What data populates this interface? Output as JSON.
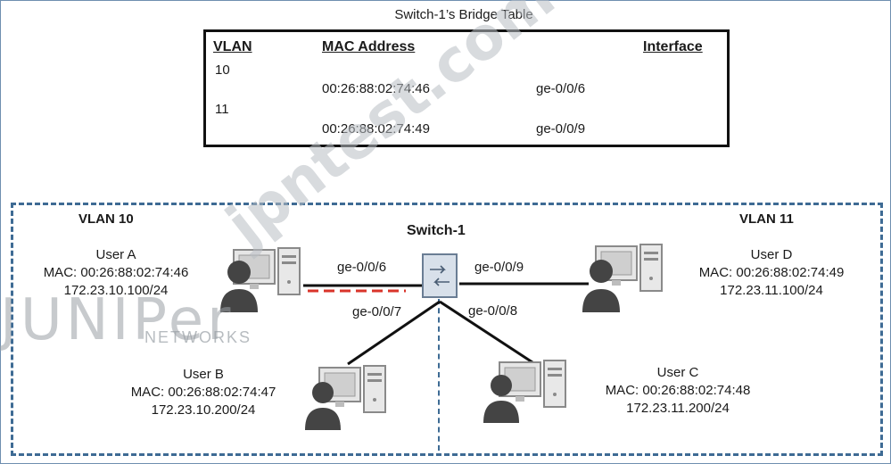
{
  "bridge_table": {
    "title": "Switch-1’s Bridge Table",
    "headers": {
      "vlan": "VLAN",
      "mac": "MAC Address",
      "interface": "Interface"
    },
    "rows": [
      {
        "vlan": "10",
        "mac": "00:26:88:02:74:46",
        "interface": "ge-0/0/6"
      },
      {
        "vlan": "11",
        "mac": "00:26:88:02:74:49",
        "interface": "ge-0/0/9"
      }
    ]
  },
  "vlans": {
    "left": "VLAN 10",
    "right": "VLAN 11"
  },
  "switch": {
    "label": "Switch-1"
  },
  "ports": {
    "a": "ge-0/0/6",
    "b": "ge-0/0/7",
    "c": "ge-0/0/8",
    "d": "ge-0/0/9"
  },
  "users": {
    "a": {
      "name": "User A",
      "mac": "MAC: 00:26:88:02:74:46",
      "ip": "172.23.10.100/24"
    },
    "b": {
      "name": "User B",
      "mac": "MAC: 00:26:88:02:74:47",
      "ip": "172.23.10.200/24"
    },
    "c": {
      "name": "User C",
      "mac": "MAC: 00:26:88:02:74:48",
      "ip": "172.23.11.200/24"
    },
    "d": {
      "name": "User D",
      "mac": "MAC: 00:26:88:02:74:49",
      "ip": "172.23.11.100/24"
    }
  },
  "watermarks": {
    "brand": "JUNIPer",
    "brand_sub": "NETWORKS",
    "site": "jpntest.com"
  },
  "colors": {
    "vlan_border": "#3e6b94",
    "pending_link": "#d9342b"
  }
}
